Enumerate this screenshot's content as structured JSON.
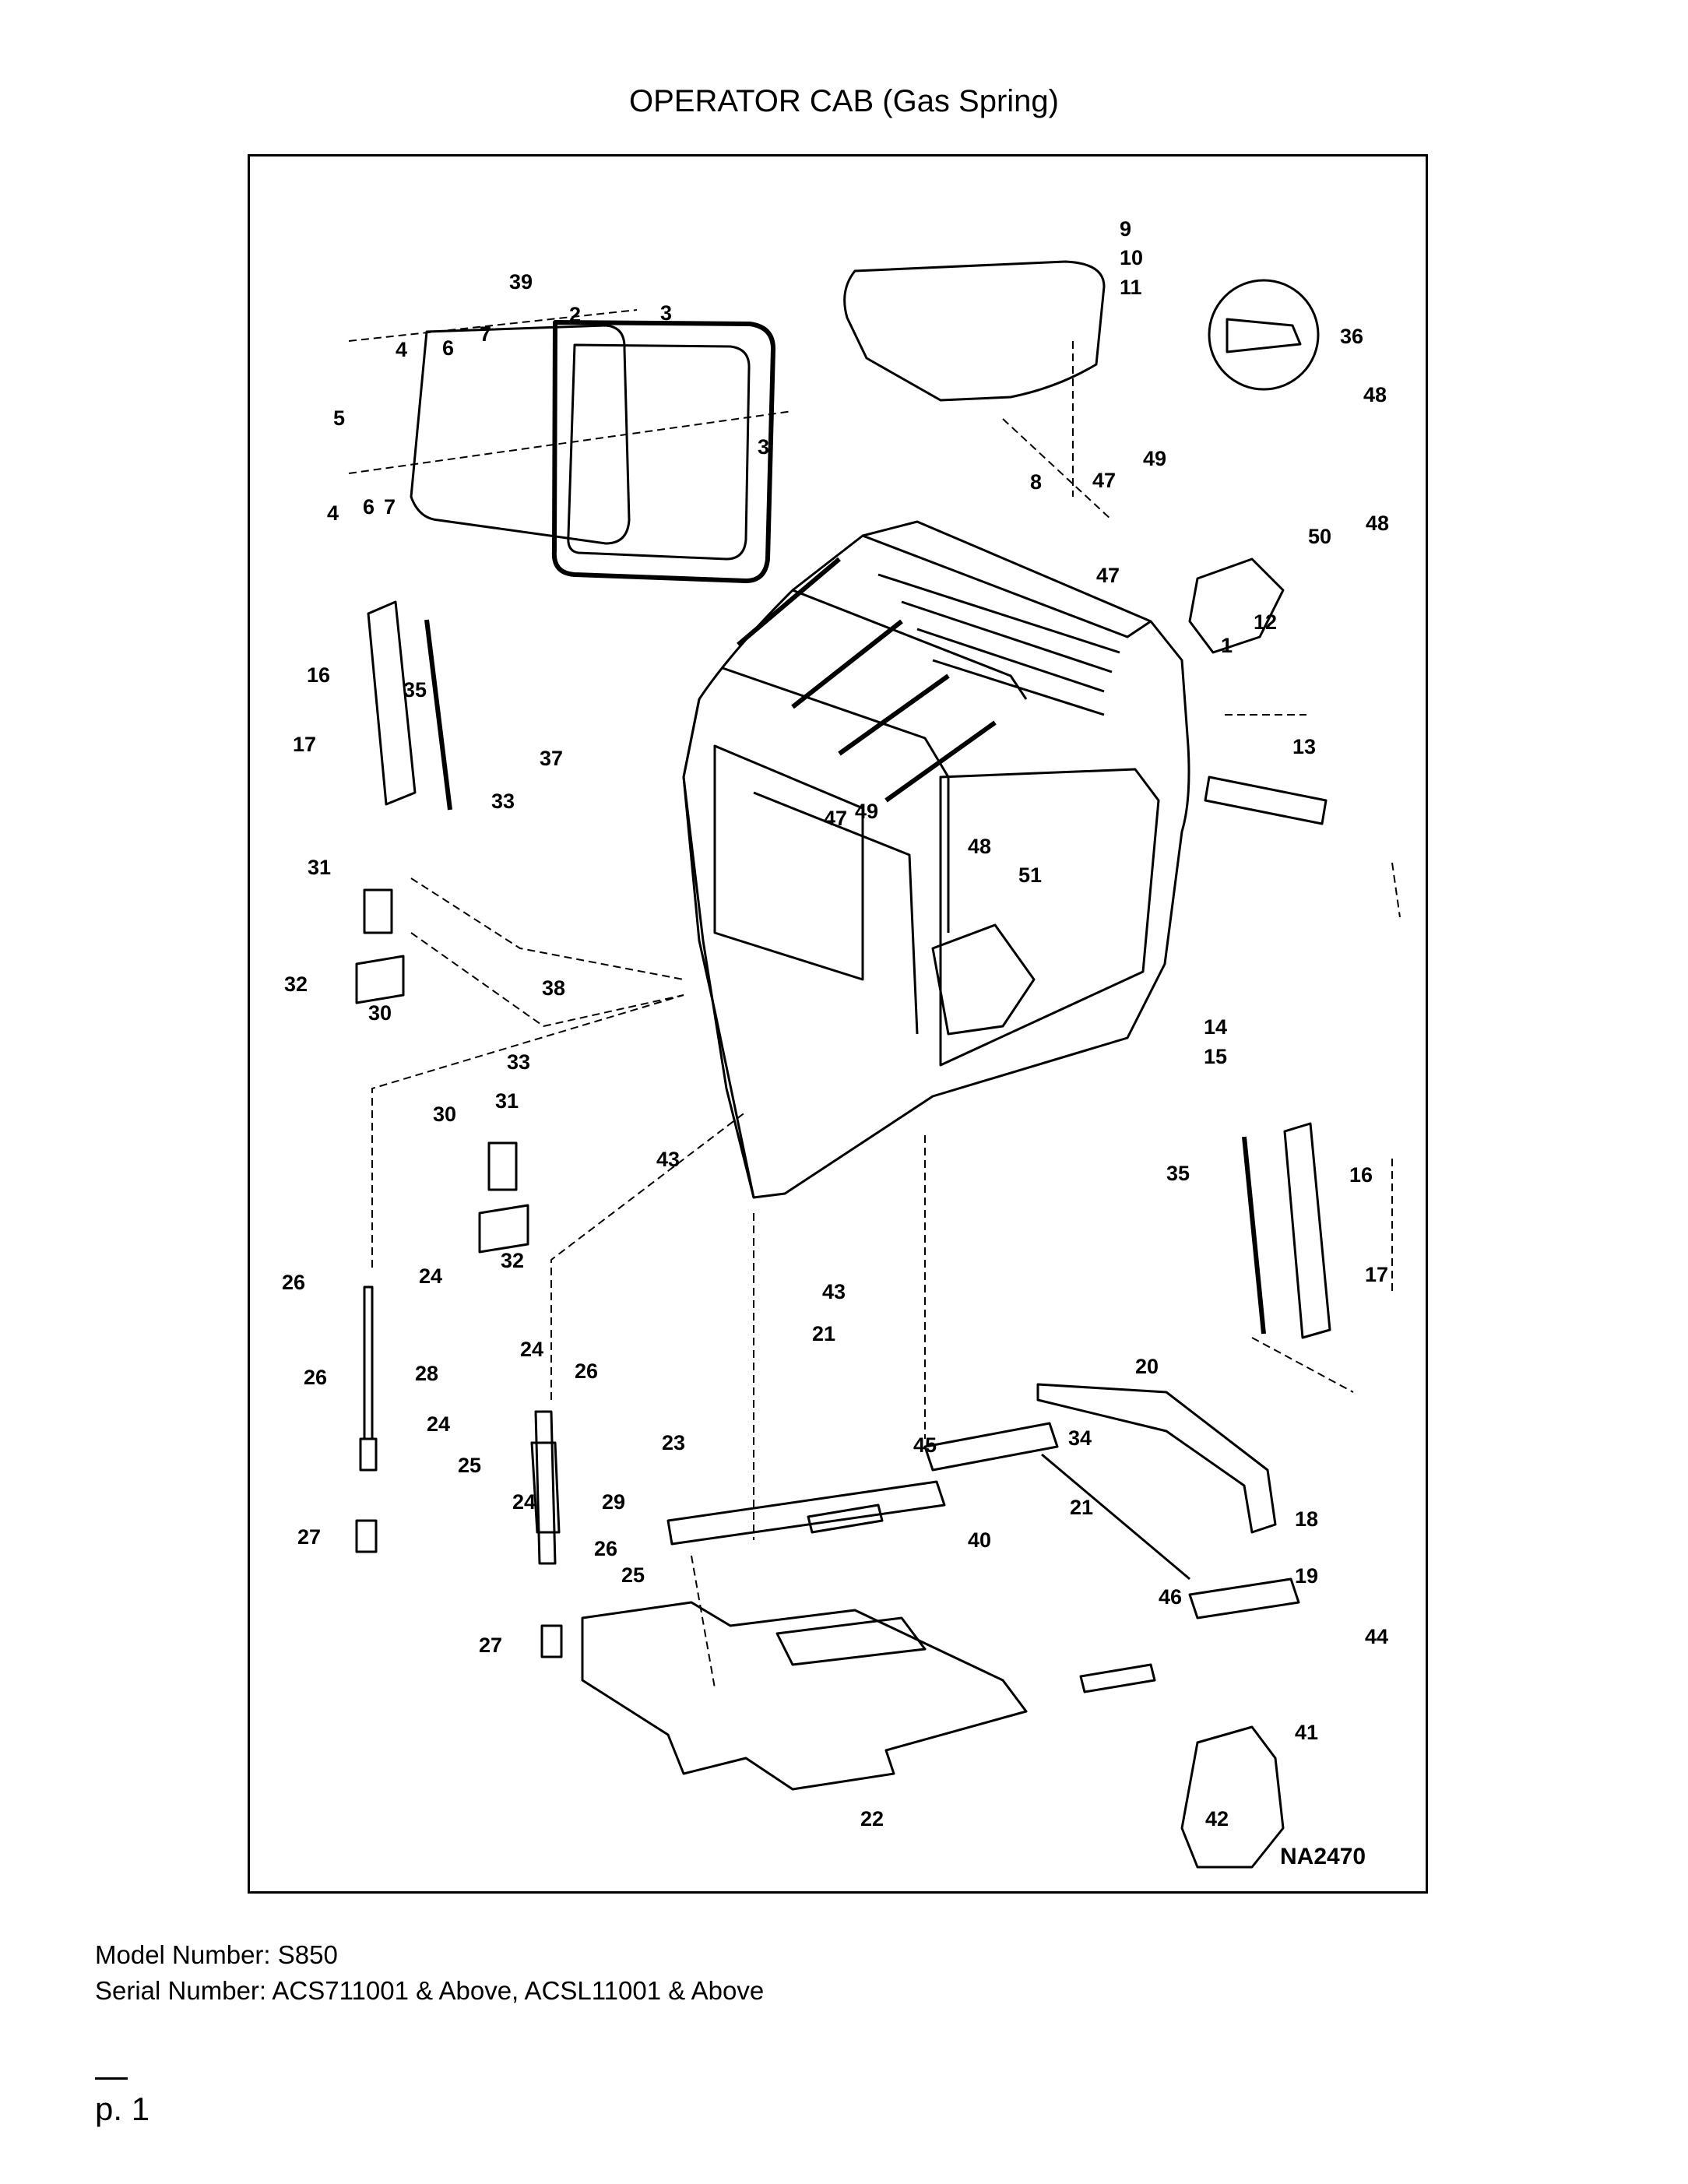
{
  "title": "OPERATOR CAB (Gas Spring)",
  "drawing_id": "NA2470",
  "callouts": {
    "c1": "1",
    "c2": "2",
    "c3a": "3",
    "c3b": "3",
    "c4a": "4",
    "c4b": "4",
    "c5": "5",
    "c6a": "6",
    "c6b": "6",
    "c7a": "7",
    "c7b": "7",
    "c8": "8",
    "c9": "9",
    "c10": "10",
    "c11": "11",
    "c12": "12",
    "c13": "13",
    "c14": "14",
    "c15": "15",
    "c16a": "16",
    "c16b": "16",
    "c17a": "17",
    "c17b": "17",
    "c18": "18",
    "c19": "19",
    "c20": "20",
    "c21a": "21",
    "c21b": "21",
    "c22": "22",
    "c23": "23",
    "c24a": "24",
    "c24b": "24",
    "c24c": "24",
    "c24d": "24",
    "c25a": "25",
    "c25b": "25",
    "c26a": "26",
    "c26b": "26",
    "c26c": "26",
    "c26d": "26",
    "c27a": "27",
    "c27b": "27",
    "c28": "28",
    "c29": "29",
    "c30a": "30",
    "c30b": "30",
    "c31a": "31",
    "c31b": "31",
    "c32a": "32",
    "c32b": "32",
    "c33a": "33",
    "c33b": "33",
    "c34": "34",
    "c35a": "35",
    "c35b": "35",
    "c36": "36",
    "c37": "37",
    "c38": "38",
    "c39": "39",
    "c40": "40",
    "c41": "41",
    "c42": "42",
    "c43a": "43",
    "c43b": "43",
    "c44": "44",
    "c45": "45",
    "c46": "46",
    "c47a": "47",
    "c47b": "47",
    "c47c": "47",
    "c48a": "48",
    "c48b": "48",
    "c48c": "48",
    "c49a": "49",
    "c49b": "49",
    "c50": "50",
    "c51": "51"
  },
  "model_number": "Model Number: S850",
  "serial_number": "Serial Number: ACS711001 & Above, ACSL11001 & Above",
  "page_number": "p. 1"
}
